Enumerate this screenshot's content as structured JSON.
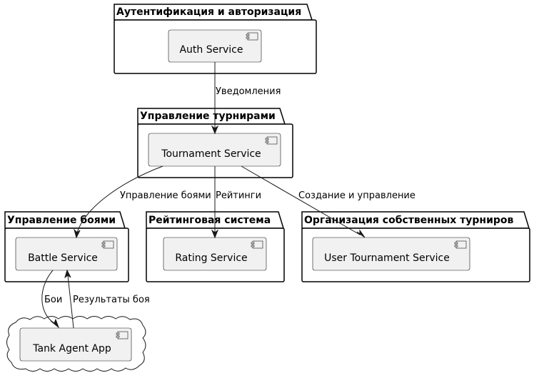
{
  "packages": {
    "auth": "Аутентификация и авторизация",
    "tournaments": "Управление турнирами",
    "battles": "Управление боями",
    "rating": "Рейтинговая система",
    "user_tournaments": "Организация собственных турниров"
  },
  "components": {
    "auth_service": "Auth Service",
    "tournament_service": "Tournament Service",
    "battle_service": "Battle Service",
    "rating_service": "Rating Service",
    "user_tournament_service": "User Tournament Service",
    "tank_agent_app": "Tank Agent App"
  },
  "edges": {
    "notifications": "Уведомления",
    "battle_management": "Управление боями",
    "ratings": "Рейтинги",
    "creation_management": "Создание и управление",
    "battles": "Бои",
    "battle_results": "Результаты боя"
  }
}
